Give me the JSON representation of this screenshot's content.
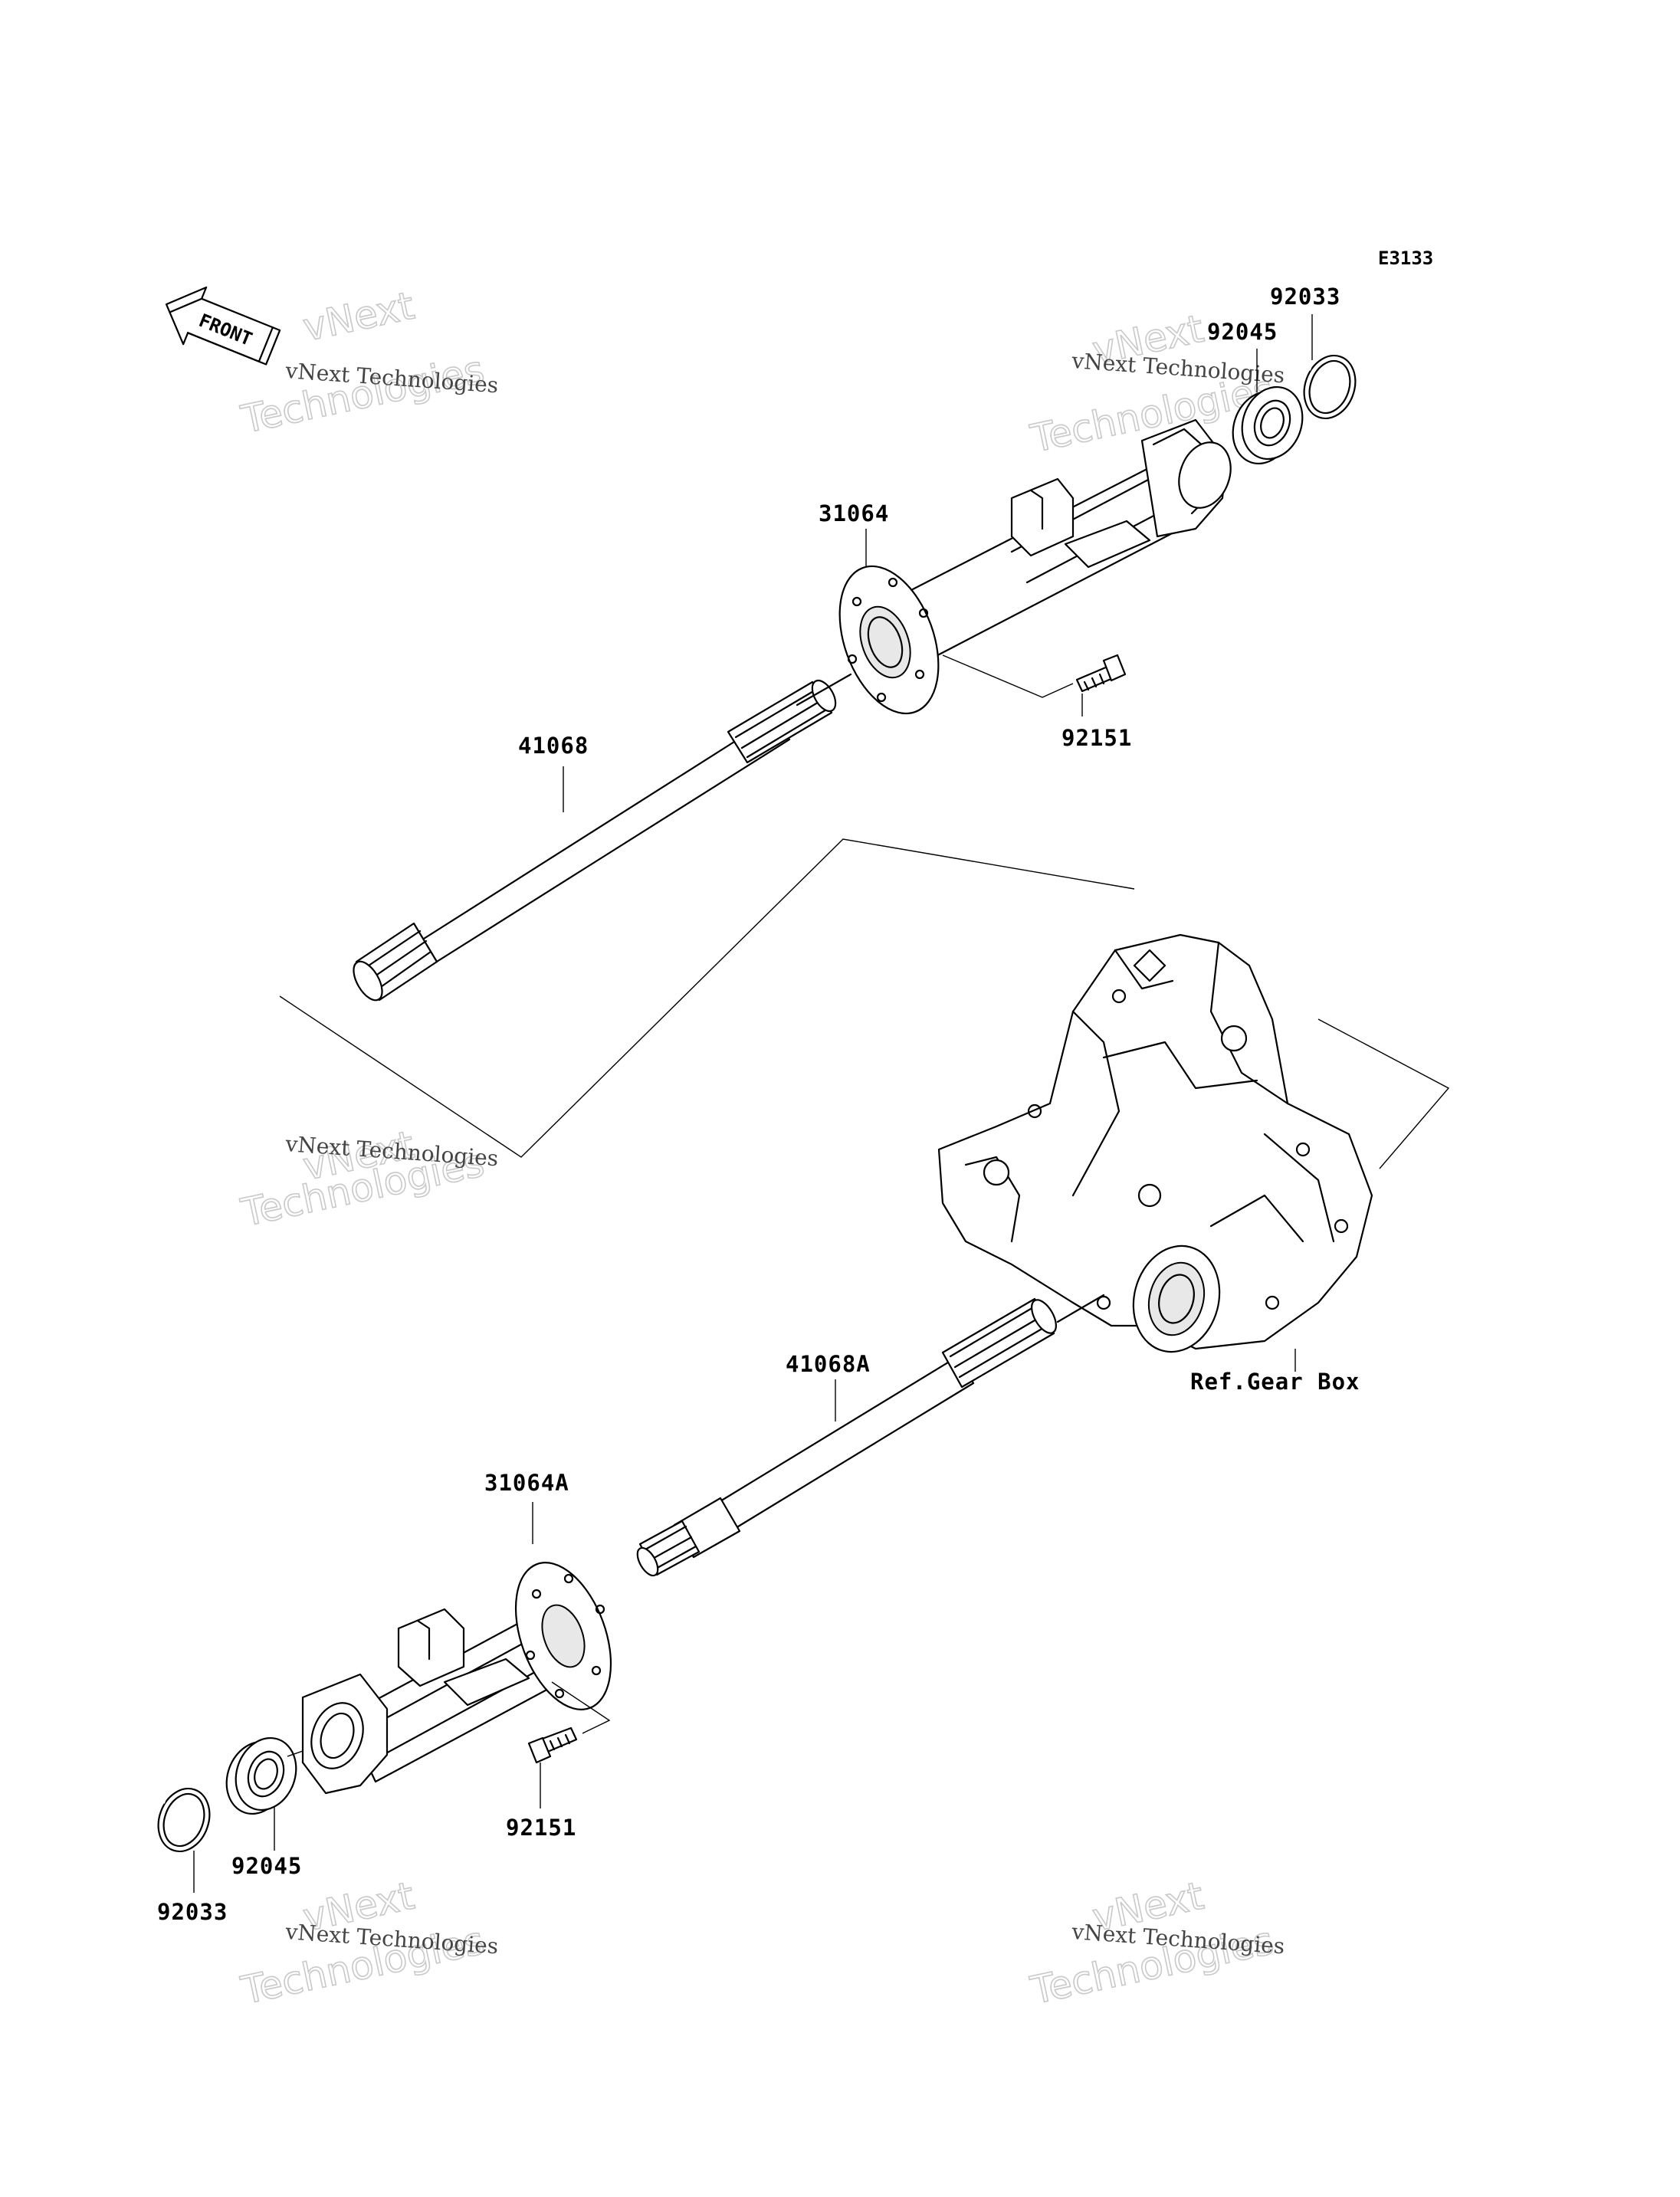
{
  "diagram_code": "E3133",
  "front_arrow_label": "FRONT",
  "parts": {
    "p31064": "31064",
    "p41068": "41068",
    "p92151_top": "92151",
    "p92045_top": "92045",
    "p92033_top": "92033",
    "p41068A": "41068A",
    "p31064A": "31064A",
    "p92151_bottom": "92151",
    "p92045_bottom": "92045",
    "p92033_bottom": "92033",
    "ref_gear_box": "Ref.Gear Box"
  },
  "watermarks": {
    "company": "vNext Technologies",
    "brand_line1": "vNext",
    "brand_line2": "Technologies"
  }
}
